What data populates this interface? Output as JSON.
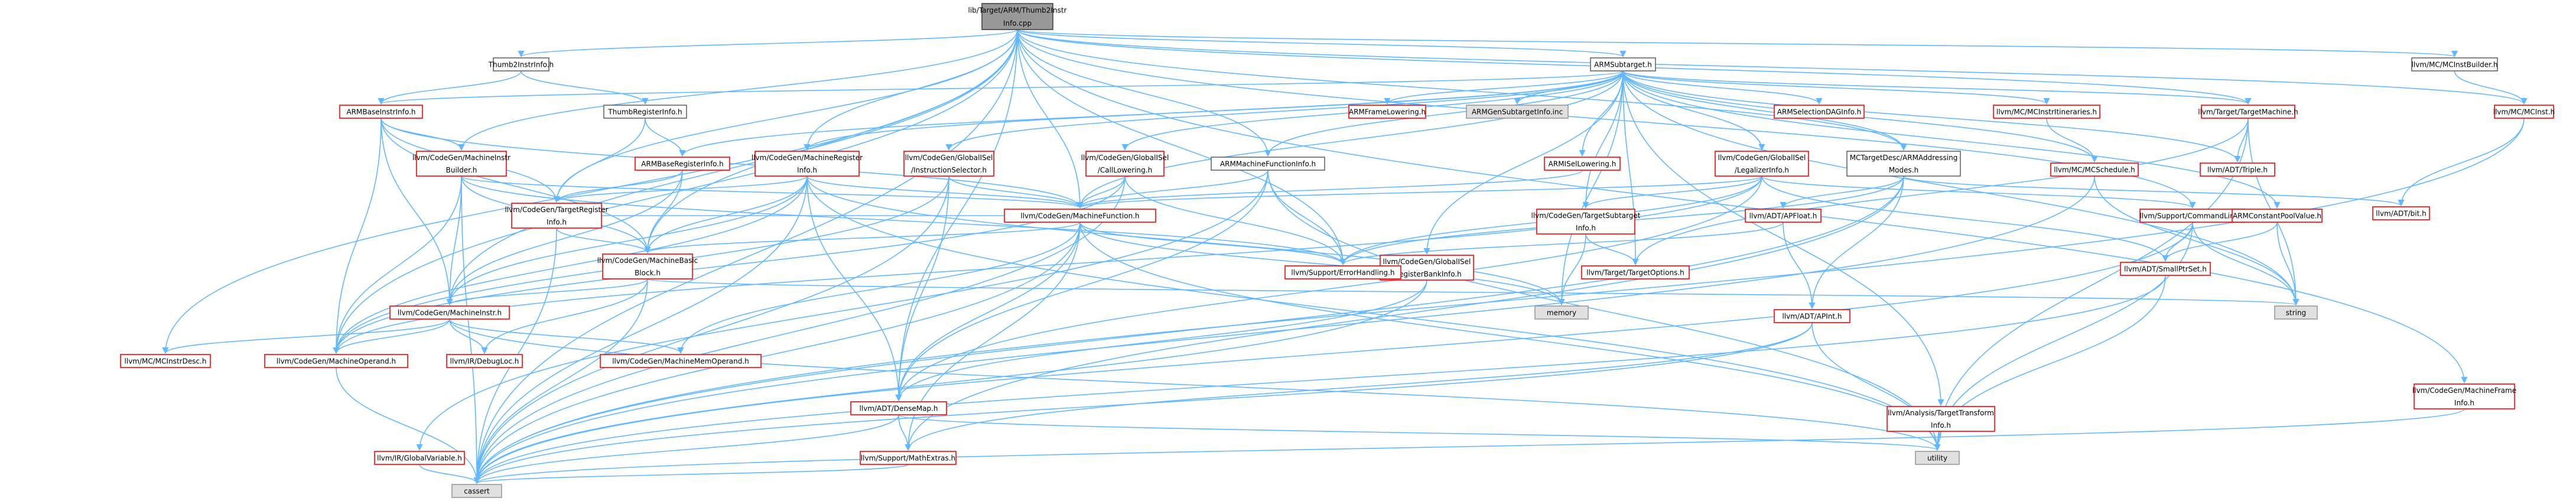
{
  "colors": {
    "edge": "#63b8ff",
    "root_fill": "#999999",
    "red_border": "#ff0000",
    "gray_fill": "#e0e0e0",
    "plain_border": "#666666"
  },
  "nodes": [
    {
      "id": "root",
      "lines": [
        "lib/Target/ARM/Thumb2Instr",
        "Info.cpp"
      ],
      "style": "root"
    },
    {
      "id": "thumb2instrinfo",
      "lines": [
        "Thumb2InstrInfo.h"
      ],
      "style": "plain"
    },
    {
      "id": "armsubtarget",
      "lines": [
        "ARMSubtarget.h"
      ],
      "style": "plain"
    },
    {
      "id": "mcinstbuilder",
      "lines": [
        "llvm/MC/MCInstBuilder.h"
      ],
      "style": "plain"
    },
    {
      "id": "mcinst",
      "lines": [
        "llvm/MC/MCInst.h"
      ],
      "style": "red"
    },
    {
      "id": "thumbreginfo",
      "lines": [
        "ThumbRegisterInfo.h"
      ],
      "style": "plain"
    },
    {
      "id": "armbaseinstrinfo",
      "lines": [
        "ARMBaseInstrInfo.h"
      ],
      "style": "red"
    },
    {
      "id": "armframelowering",
      "lines": [
        "ARMFrameLowering.h"
      ],
      "style": "red"
    },
    {
      "id": "armgensubtarget",
      "lines": [
        "ARMGenSubtargetInfo.inc"
      ],
      "style": "gray"
    },
    {
      "id": "armselectiondaginfo",
      "lines": [
        "ARMSelectionDAGInfo.h"
      ],
      "style": "red"
    },
    {
      "id": "mcinstritineraries",
      "lines": [
        "llvm/MC/MCInstrItineraries.h"
      ],
      "style": "red"
    },
    {
      "id": "targetmachine",
      "lines": [
        "llvm/Target/TargetMachine.h"
      ],
      "style": "red"
    },
    {
      "id": "mimb",
      "lines": [
        "llvm/CodeGen/MachineInstr",
        "Builder.h"
      ],
      "style": "red"
    },
    {
      "id": "armbasereginfo",
      "lines": [
        "ARMBaseRegisterInfo.h"
      ],
      "style": "red"
    },
    {
      "id": "mri",
      "lines": [
        "llvm/CodeGen/MachineRegister",
        "Info.h"
      ],
      "style": "red"
    },
    {
      "id": "gisel_is",
      "lines": [
        "llvm/CodeGen/GlobalISel",
        "/InstructionSelector.h"
      ],
      "style": "red"
    },
    {
      "id": "gisel_cl",
      "lines": [
        "llvm/CodeGen/GlobalISel",
        "/CallLowering.h"
      ],
      "style": "red"
    },
    {
      "id": "armmfi",
      "lines": [
        "ARMMachineFunctionInfo.h"
      ],
      "style": "plain"
    },
    {
      "id": "armisellowering",
      "lines": [
        "ARMISelLowering.h"
      ],
      "style": "red"
    },
    {
      "id": "gisel_li",
      "lines": [
        "llvm/CodeGen/GlobalISel",
        "/LegalizerInfo.h"
      ],
      "style": "red"
    },
    {
      "id": "mctargetdesc",
      "lines": [
        "MCTargetDesc/ARMAddressing",
        "Modes.h"
      ],
      "style": "plain"
    },
    {
      "id": "mcschedule",
      "lines": [
        "llvm/MC/MCSchedule.h"
      ],
      "style": "red"
    },
    {
      "id": "triple",
      "lines": [
        "llvm/ADT/Triple.h"
      ],
      "style": "red"
    },
    {
      "id": "bit",
      "lines": [
        "llvm/ADT/bit.h"
      ],
      "style": "red"
    },
    {
      "id": "tri",
      "lines": [
        "llvm/CodeGen/TargetRegister",
        "Info.h"
      ],
      "style": "red"
    },
    {
      "id": "mf",
      "lines": [
        "llvm/CodeGen/MachineFunction.h"
      ],
      "style": "red"
    },
    {
      "id": "gisel_rbi",
      "lines": [
        "llvm/CodeGen/GlobalISel",
        "/RegisterBankInfo.h"
      ],
      "style": "red"
    },
    {
      "id": "tsi",
      "lines": [
        "llvm/CodeGen/TargetSubtarget",
        "Info.h"
      ],
      "style": "red"
    },
    {
      "id": "apfloat",
      "lines": [
        "llvm/ADT/APFloat.h"
      ],
      "style": "red"
    },
    {
      "id": "cmdline",
      "lines": [
        "llvm/Support/CommandLine.h"
      ],
      "style": "red"
    },
    {
      "id": "armcpv",
      "lines": [
        "ARMConstantPoolValue.h"
      ],
      "style": "red"
    },
    {
      "id": "mbb",
      "lines": [
        "llvm/CodeGen/MachineBasic",
        "Block.h"
      ],
      "style": "red"
    },
    {
      "id": "errorhandling",
      "lines": [
        "llvm/Support/ErrorHandling.h"
      ],
      "style": "red"
    },
    {
      "id": "targetoptions",
      "lines": [
        "llvm/Target/TargetOptions.h"
      ],
      "style": "red"
    },
    {
      "id": "smallptrset",
      "lines": [
        "llvm/ADT/SmallPtrSet.h"
      ],
      "style": "red"
    },
    {
      "id": "memory",
      "lines": [
        "memory"
      ],
      "style": "gray"
    },
    {
      "id": "string",
      "lines": [
        "string"
      ],
      "style": "gray"
    },
    {
      "id": "mi",
      "lines": [
        "llvm/CodeGen/MachineInstr.h"
      ],
      "style": "red"
    },
    {
      "id": "apint",
      "lines": [
        "llvm/ADT/APInt.h"
      ],
      "style": "red"
    },
    {
      "id": "mcinstrdesc",
      "lines": [
        "llvm/MC/MCInstrDesc.h"
      ],
      "style": "red"
    },
    {
      "id": "mo",
      "lines": [
        "llvm/CodeGen/MachineOperand.h"
      ],
      "style": "red"
    },
    {
      "id": "debugloc",
      "lines": [
        "llvm/IR/DebugLoc.h"
      ],
      "style": "red"
    },
    {
      "id": "mmo",
      "lines": [
        "llvm/CodeGen/MachineMemOperand.h"
      ],
      "style": "red"
    },
    {
      "id": "mfi",
      "lines": [
        "llvm/CodeGen/MachineFrame",
        "Info.h"
      ],
      "style": "red"
    },
    {
      "id": "densemap",
      "lines": [
        "llvm/ADT/DenseMap.h"
      ],
      "style": "red"
    },
    {
      "id": "tti",
      "lines": [
        "llvm/Analysis/TargetTransform",
        "Info.h"
      ],
      "style": "red"
    },
    {
      "id": "globalvariable",
      "lines": [
        "llvm/IR/GlobalVariable.h"
      ],
      "style": "red"
    },
    {
      "id": "mathextras",
      "lines": [
        "llvm/Support/MathExtras.h"
      ],
      "style": "red"
    },
    {
      "id": "utility",
      "lines": [
        "utility"
      ],
      "style": "gray"
    },
    {
      "id": "cassert",
      "lines": [
        "cassert"
      ],
      "style": "gray"
    }
  ]
}
